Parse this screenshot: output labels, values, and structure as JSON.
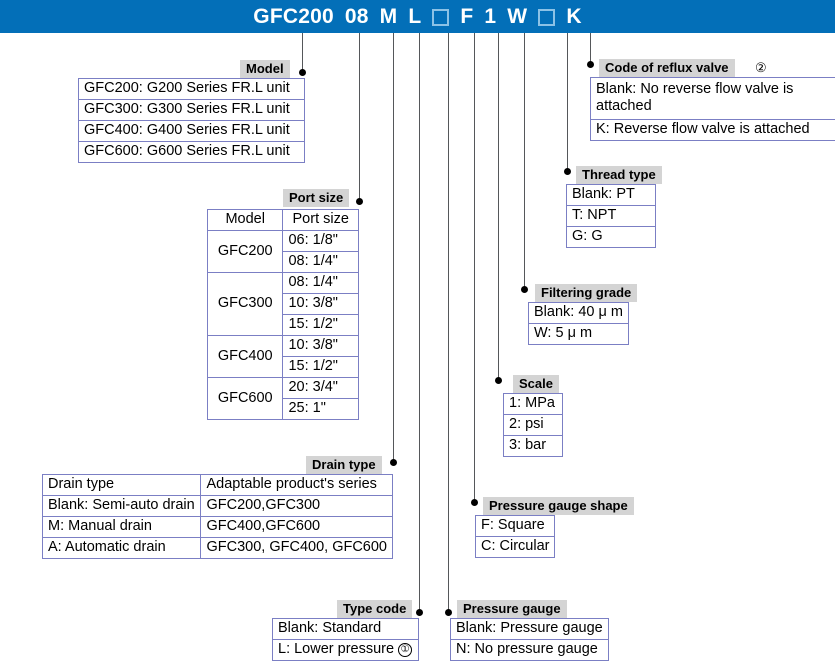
{
  "header": {
    "code_segments": [
      "GFC200",
      "08",
      "M",
      "L",
      "box",
      "F",
      "1",
      "W",
      "box",
      "K"
    ],
    "band_color": "#036fb8",
    "box_char": "□"
  },
  "callouts": {
    "model": {
      "label": "Model"
    },
    "port_size": {
      "label": "Port size"
    },
    "drain_type": {
      "label": "Drain type"
    },
    "type_code": {
      "label": "Type code",
      "note": ""
    },
    "pressure_gauge": {
      "label": "Pressure gauge"
    },
    "pressure_gauge_shape": {
      "label": "Pressure gauge shape"
    },
    "scale": {
      "label": "Scale"
    },
    "filtering_grade": {
      "label": "Filtering grade"
    },
    "thread_type": {
      "label": "Thread type"
    },
    "reflux_valve": {
      "label": "Code of reflux valve",
      "note": "②"
    }
  },
  "model_table": {
    "rows": [
      "GFC200: G200 Series FR.L unit",
      "GFC300: G300 Series FR.L unit",
      "GFC400: G400 Series FR.L unit",
      "GFC600: G600 Series FR.L unit"
    ]
  },
  "port_size_table": {
    "headers": [
      "Model",
      "Port size"
    ],
    "groups": [
      {
        "model": "GFC200",
        "sizes": [
          "06: 1/8\"",
          "08: 1/4\""
        ]
      },
      {
        "model": "GFC300",
        "sizes": [
          "08: 1/4\"",
          "10: 3/8\"",
          "15: 1/2\""
        ]
      },
      {
        "model": "GFC400",
        "sizes": [
          "10: 3/8\"",
          "15: 1/2\""
        ]
      },
      {
        "model": "GFC600",
        "sizes": [
          "20: 3/4\"",
          "25: 1\""
        ]
      }
    ]
  },
  "drain_table": {
    "headers": [
      "Drain type",
      "Adaptable product's series"
    ],
    "rows": [
      {
        "type": "Blank: Semi-auto drain",
        "series": "GFC200,GFC300"
      },
      {
        "type": "M: Manual drain",
        "series": "GFC400,GFC600"
      },
      {
        "type": "A: Automatic drain",
        "series": "GFC300, GFC400, GFC600"
      }
    ]
  },
  "type_code_table": {
    "rows": [
      {
        "text": "Blank: Standard",
        "note": ""
      },
      {
        "text": "L: Lower pressure",
        "note": "①"
      }
    ]
  },
  "pressure_gauge_table": {
    "rows": [
      "Blank: Pressure gauge",
      "N: No pressure gauge"
    ]
  },
  "gauge_shape_table": {
    "rows": [
      "F: Square",
      "C: Circular"
    ]
  },
  "scale_table": {
    "rows": [
      "1: MPa",
      "2: psi",
      "3: bar"
    ]
  },
  "filtering_table": {
    "rows": [
      "Blank: 40 μ m",
      "W: 5 μ m"
    ]
  },
  "thread_table": {
    "rows": [
      "Blank: PT",
      "T: NPT",
      "G: G"
    ]
  },
  "reflux_table": {
    "rows": [
      "Blank: No reverse flow valve is attached",
      "K: Reverse flow valve is attached"
    ]
  }
}
